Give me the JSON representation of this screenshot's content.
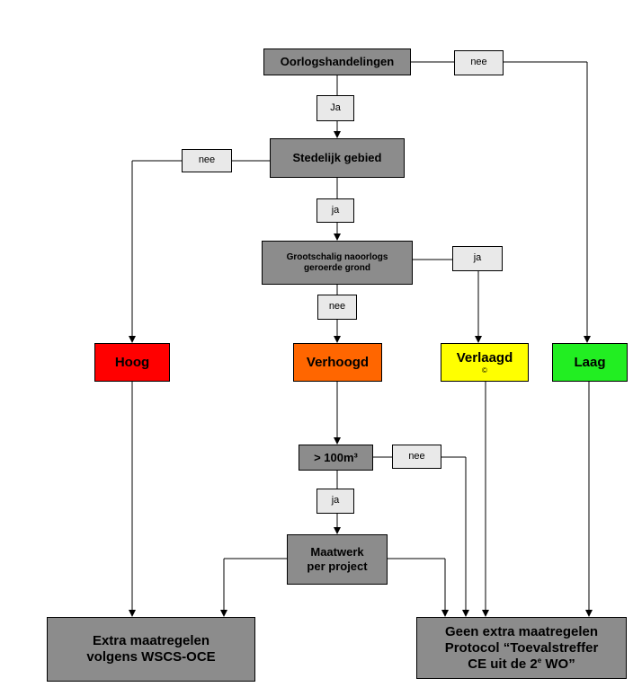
{
  "nodes": {
    "oorlog": "Oorlogshandelingen",
    "stedelijk": "Stedelijk gebied",
    "grootschalig_l1": "Grootschalig naoorlogs",
    "grootschalig_l2": "geroerde grond",
    "hoog": "Hoog",
    "verhoogd": "Verhoogd",
    "verlaagd": "Verlaagd",
    "verlaagd_mark": "©",
    "laag": "Laag",
    "volume": "> 100m³",
    "maatwerk_l1": "Maatwerk",
    "maatwerk_l2": "per project",
    "extra_l1": "Extra maatregelen",
    "extra_l2": "volgens WSCS-OCE",
    "geen_l1": "Geen extra maatregelen",
    "geen_l2": "Protocol “Toevalstreffer",
    "geen_l3_pre": "CE uit de 2",
    "geen_l3_sup": "e",
    "geen_l3_post": " WO”"
  },
  "edge_labels": {
    "oorlog_nee": "nee",
    "oorlog_ja": "Ja",
    "stedelijk_nee": "nee",
    "stedelijk_ja": "ja",
    "grootschalig_ja": "ja",
    "grootschalig_nee": "nee",
    "volume_nee": "nee",
    "volume_ja": "ja"
  },
  "colors": {
    "hoog": "#ff0000",
    "verhoogd": "#ff6600",
    "verlaagd": "#ffff00",
    "laag": "#22ee22",
    "process": "#8c8c8c",
    "label": "#e9e9e9"
  }
}
